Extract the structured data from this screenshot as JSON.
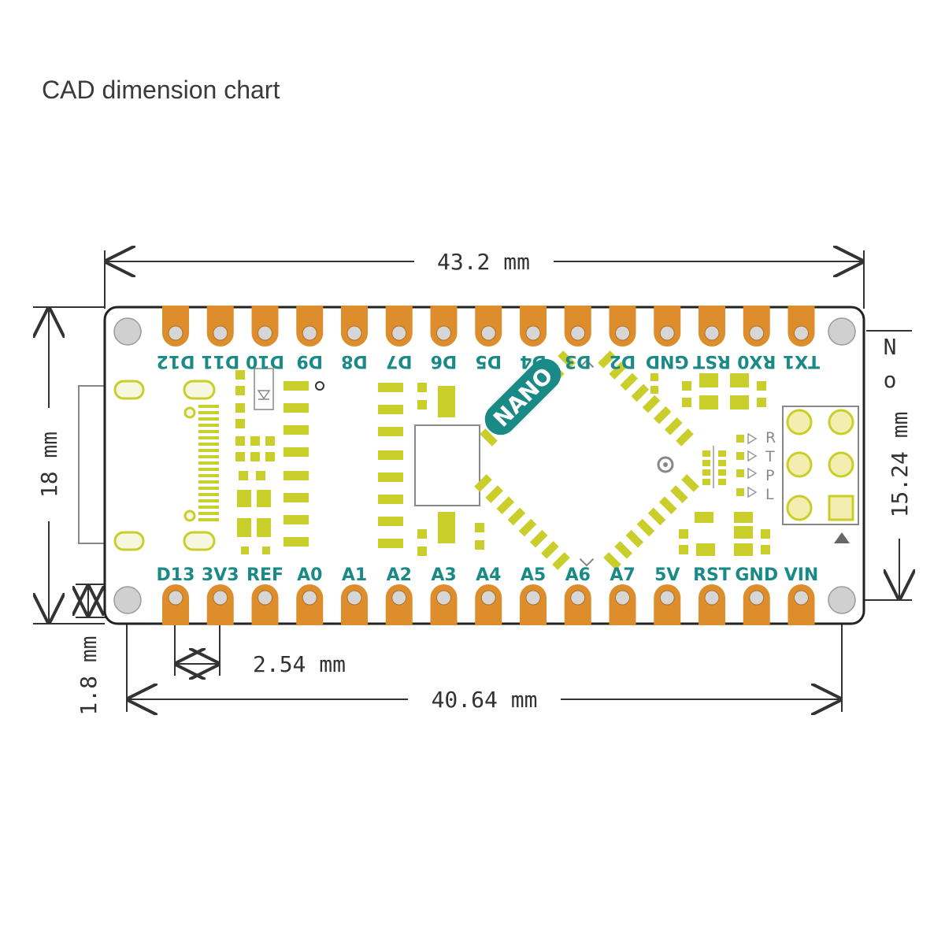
{
  "title": "CAD dimension chart",
  "dimensions": {
    "length": "43.2  mm",
    "pin_row_length": "40.64  mm",
    "width": "18  mm",
    "pin_row_spacing": "15.24  mm",
    "pin_pitch": "2.54  mm",
    "hole_offset": "1.8  mm"
  },
  "board": {
    "logo": "NANO",
    "top_pins": [
      "D12",
      "D11",
      "D10",
      "D9",
      "D8",
      "D7",
      "D6",
      "D5",
      "D4",
      "D3",
      "D2",
      "GND",
      "RST",
      "RX0",
      "TX1"
    ],
    "bottom_pins": [
      "D13",
      "3V3",
      "REF",
      "A0",
      "A1",
      "A2",
      "A3",
      "A4",
      "A5",
      "A6",
      "A7",
      "5V",
      "RST",
      "GND",
      "VIN"
    ],
    "led_labels": [
      "R",
      "T",
      "P",
      "L"
    ],
    "side_label": [
      "N",
      "o"
    ]
  },
  "colors": {
    "board_fill": "#ffffff",
    "board_outline": "#222222",
    "pad": "#dd8d2c",
    "hole": "#d0d0d0",
    "pin_text": "#1a8a86",
    "silkscreen": "#c9ce2a",
    "logo_bg": "#1a8a86"
  }
}
